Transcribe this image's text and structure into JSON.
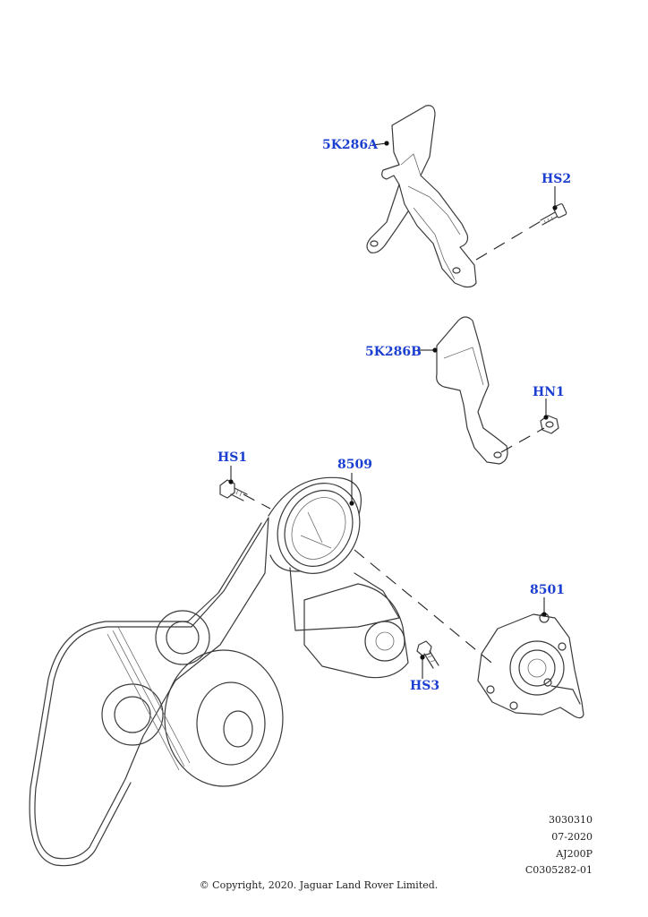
{
  "labels": {
    "bracket_a": "5K286A",
    "bracket_b": "5K286B",
    "bolt_hs2": "HS2",
    "nut_hn1": "HN1",
    "bolt_hs1": "HS1",
    "pulley": "8509",
    "pump": "8501",
    "bolt_hs3": "HS3"
  },
  "meta": {
    "ref_number": "3030310",
    "date": "07-2020",
    "engine_code": "AJ200P",
    "drawing_id": "C0305282-01"
  },
  "copyright": "© Copyright, 2020. Jaguar Land Rover Limited."
}
